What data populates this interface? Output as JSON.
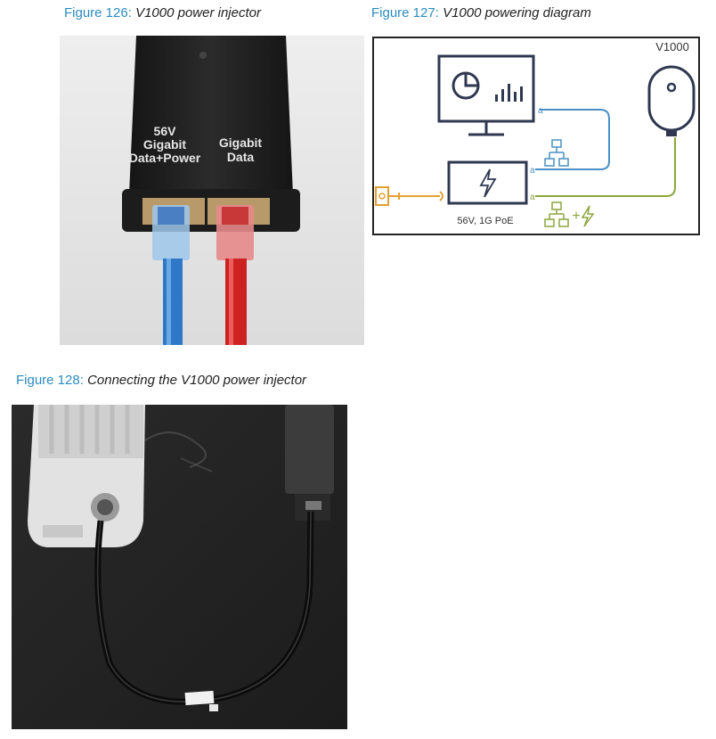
{
  "figures": [
    {
      "number": "Figure 126:",
      "title": "V1000 power injector",
      "labels": {
        "port1_line1": "56V",
        "port1_line2": "Gigabit",
        "port1_line3": "Data+Power",
        "port2_line1": "Gigabit",
        "port2_line2": "Data"
      }
    },
    {
      "number": "Figure 127:",
      "title": "V1000 powering diagram",
      "device_label": "V1000",
      "injector_label": "56V, 1G PoE",
      "plus_sign": "+"
    },
    {
      "number": "Figure 128:",
      "title": "Connecting the V1000 power injector"
    }
  ],
  "colors": {
    "caption_accent": "#2a8cc0",
    "diagram_stroke": "#2f3850",
    "blue_line": "#4a90c4",
    "green_line": "#8ca63c",
    "orange_line": "#e3a032"
  }
}
